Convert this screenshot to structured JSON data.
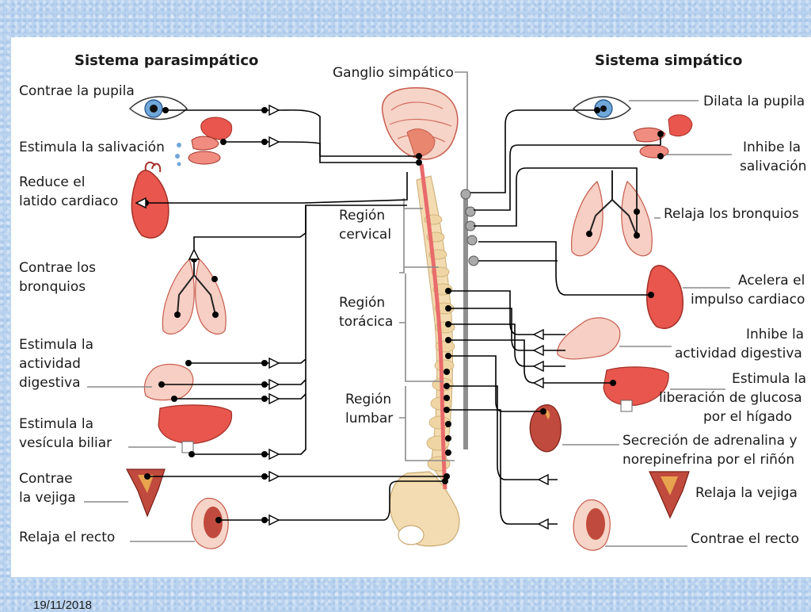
{
  "headers": {
    "parasympathetic": "Sistema parasimpático",
    "sympathetic": "Sistema simpático",
    "ganglion": "Ganglio simpático"
  },
  "regions": {
    "cervical": [
      "Región",
      "cervical"
    ],
    "thoracic": [
      "Región",
      "torácica"
    ],
    "lumbar": [
      "Región",
      "lumbar"
    ]
  },
  "left_labels": {
    "pupil": [
      "Contrae la pupila"
    ],
    "saliva": [
      "Estimula la salivación"
    ],
    "heart": [
      "Reduce el",
      "latido cardiaco"
    ],
    "bronchi": [
      "Contrae los",
      "bronquios"
    ],
    "digestive": [
      "Estimula la",
      "actividad",
      "digestiva"
    ],
    "gallbladder": [
      "Estimula la",
      "vesícula biliar"
    ],
    "bladder": [
      "Contrae",
      "la vejiga"
    ],
    "rectum": [
      "Relaja el recto"
    ]
  },
  "right_labels": {
    "pupil": [
      "Dilata la pupila"
    ],
    "saliva": [
      "Inhibe la",
      "salivación"
    ],
    "bronchi": [
      "Relaja los bronquios"
    ],
    "heart": [
      "Acelera el",
      "impulso cardiaco"
    ],
    "digestive": [
      "Inhibe la",
      "actividad digestiva"
    ],
    "glucose": [
      "Estimula la",
      "liberación de glucosa",
      "por el hígado"
    ],
    "adrenaline": [
      "Secreción de adrenalina y",
      "norepinefrina por el riñón"
    ],
    "bladder": [
      "Relaja la vejiga"
    ],
    "rectum": [
      "Contrae el recto"
    ]
  },
  "footer": {
    "date": "19/11/2018"
  },
  "colors": {
    "organ": "#e8564e",
    "organ_light": "#f7cfc4",
    "spine": "#f3dcb1",
    "cord": "#e96b6b",
    "chain": "#8f8f8f",
    "background": "#b9d3ef"
  }
}
